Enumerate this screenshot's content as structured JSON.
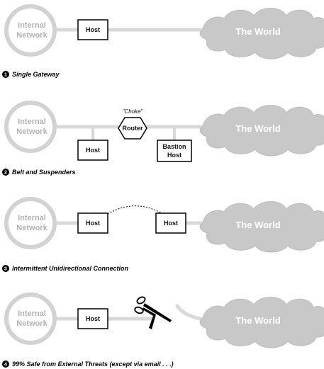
{
  "labels": {
    "internal_line1": "Internal",
    "internal_line2": "Network",
    "host": "Host",
    "router": "Router",
    "choke": "\"Choke\"",
    "bastion_line1": "Bastion",
    "bastion_line2": "Host",
    "world": "The World"
  },
  "colors": {
    "cloud": "#c8c8c8",
    "ring": "#d2d2d2",
    "line": "#d9d9d9"
  },
  "panels": [
    {
      "number": "1",
      "caption": "Single Gateway"
    },
    {
      "number": "2",
      "caption": "Belt and Suspenders"
    },
    {
      "number": "3",
      "caption": "Intermittent Unidirectional Connection"
    },
    {
      "number": "4",
      "caption": "99% Safe from External Threats (except via email . . .)"
    }
  ]
}
